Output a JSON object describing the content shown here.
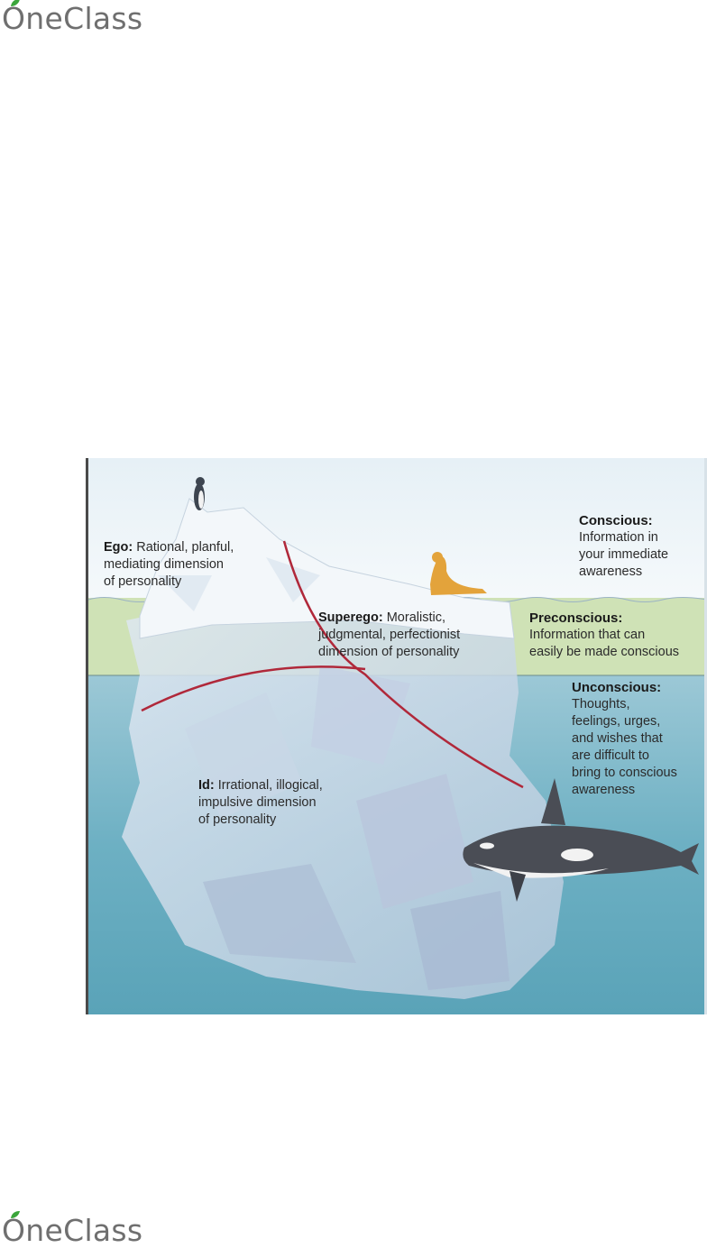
{
  "brand": {
    "name": "OneClass",
    "first_letter": "O",
    "rest": "neClass",
    "leaf_color": "#3ba53b"
  },
  "diagram": {
    "levels": [
      {
        "heading": "Conscious:",
        "text": "Information in\nyour immediate\nawareness"
      },
      {
        "heading": "Preconscious:",
        "text": "Information that can\neasily be made conscious"
      },
      {
        "heading": "Unconscious:",
        "text": "Thoughts,\nfeelings, urges,\nand wishes that\nare difficult to\nbring to conscious\nawareness"
      }
    ],
    "structures": [
      {
        "term": "Ego:",
        "text": " Rational, planful,\nmediating dimension\nof personality"
      },
      {
        "term": "Superego:",
        "text": " Moralistic,\njudgmental, perfectionist\ndimension of personality"
      },
      {
        "term": "Id:",
        "text": " Irrational, illogical,\nimpulsive dimension\nof personality"
      }
    ],
    "colors": {
      "sky": "#eef5f8",
      "preconscious_band": "#c9dfb0",
      "water": "#6fb0c4",
      "ice": "#d9e6f0",
      "divider_line": "#b0283a"
    }
  }
}
